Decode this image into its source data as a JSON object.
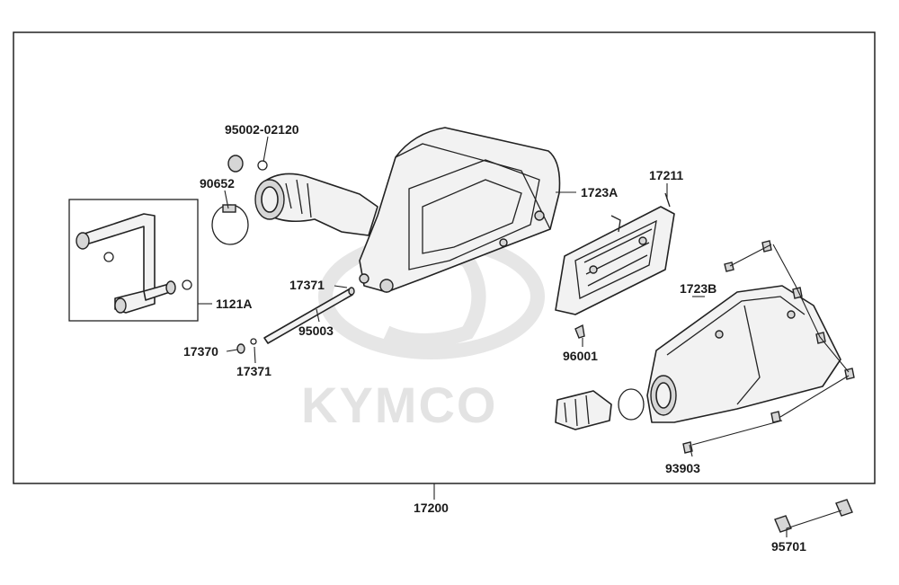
{
  "watermark": {
    "text": "KYMCO"
  },
  "parts": {
    "p95002": "95002-02120",
    "p90652": "90652",
    "p1723A": "1723A",
    "p17211": "17211",
    "p1723B": "1723B",
    "p1121A": "1121A",
    "p17371a": "17371",
    "p95003": "95003",
    "p17370": "17370",
    "p17371b": "17371",
    "p96001": "96001",
    "p93903": "93903",
    "p17200": "17200",
    "p95701": "95701"
  }
}
